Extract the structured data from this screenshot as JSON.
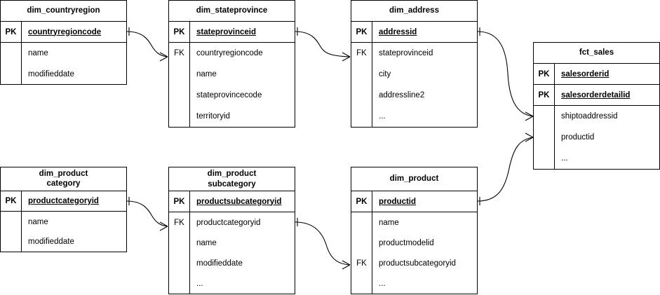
{
  "diagram": {
    "kind": "entity-relationship-diagram",
    "background": "#ffffff",
    "line_color": "#000000",
    "key_labels": {
      "pk": "PK",
      "fk": "FK"
    },
    "entities": [
      {
        "id": "dim_countryregion",
        "title": [
          "dim_countryregion"
        ],
        "rows": [
          {
            "key": "PK",
            "name": "countryregioncode",
            "pk": true
          },
          {
            "key": "",
            "name": "name",
            "pk": false
          },
          {
            "key": "",
            "name": "modifieddate",
            "pk": false
          }
        ]
      },
      {
        "id": "dim_stateprovince",
        "title": [
          "dim_stateprovince"
        ],
        "rows": [
          {
            "key": "PK",
            "name": "stateprovinceid",
            "pk": true
          },
          {
            "key": "FK",
            "name": "countryregioncode",
            "pk": false
          },
          {
            "key": "",
            "name": "name",
            "pk": false
          },
          {
            "key": "",
            "name": "stateprovincecode",
            "pk": false
          },
          {
            "key": "",
            "name": "territoryid",
            "pk": false
          }
        ]
      },
      {
        "id": "dim_address",
        "title": [
          "dim_address"
        ],
        "rows": [
          {
            "key": "PK",
            "name": "addressid",
            "pk": true
          },
          {
            "key": "FK",
            "name": "stateprovinceid",
            "pk": false
          },
          {
            "key": "",
            "name": "city",
            "pk": false
          },
          {
            "key": "",
            "name": "addressline2",
            "pk": false
          },
          {
            "key": "",
            "name": "...",
            "pk": false
          }
        ]
      },
      {
        "id": "fct_sales",
        "title": [
          "fct_sales"
        ],
        "rows": [
          {
            "key": "PK",
            "name": "salesorderid",
            "pk": true
          },
          {
            "key": "PK",
            "name": "salesorderdetailid",
            "pk": true
          },
          {
            "key": "",
            "name": "shiptoaddressid",
            "pk": false
          },
          {
            "key": "",
            "name": "productid",
            "pk": false
          },
          {
            "key": "",
            "name": "...",
            "pk": false
          }
        ]
      },
      {
        "id": "dim_productcategory",
        "title": [
          "dim_product",
          "category"
        ],
        "rows": [
          {
            "key": "PK",
            "name": "productcategoryid",
            "pk": true
          },
          {
            "key": "",
            "name": "name",
            "pk": false
          },
          {
            "key": "",
            "name": "modifieddate",
            "pk": false
          }
        ]
      },
      {
        "id": "dim_productsubcategory",
        "title": [
          "dim_product",
          "subcategory"
        ],
        "rows": [
          {
            "key": "PK",
            "name": "productsubcategoryid",
            "pk": true
          },
          {
            "key": "FK",
            "name": "productcategoryid",
            "pk": false
          },
          {
            "key": "",
            "name": "name",
            "pk": false
          },
          {
            "key": "",
            "name": "modifieddate",
            "pk": false
          },
          {
            "key": "",
            "name": "...",
            "pk": false
          }
        ]
      },
      {
        "id": "dim_product",
        "title": [
          "dim_product"
        ],
        "rows": [
          {
            "key": "PK",
            "name": "productid",
            "pk": true
          },
          {
            "key": "",
            "name": "name",
            "pk": false
          },
          {
            "key": "",
            "name": "productmodelid",
            "pk": false
          },
          {
            "key": "FK",
            "name": "productsubcategoryid",
            "pk": false
          },
          {
            "key": "",
            "name": "...",
            "pk": false
          }
        ]
      }
    ],
    "relationships": [
      {
        "id": "countryregion-to-stateprovince",
        "from_entity": "dim_countryregion",
        "from_field": "countryregioncode",
        "to_entity": "dim_stateprovince",
        "to_field": "countryregioncode",
        "from_cardinality": "one",
        "to_cardinality": "many"
      },
      {
        "id": "stateprovince-to-address",
        "from_entity": "dim_stateprovince",
        "from_field": "stateprovinceid",
        "to_entity": "dim_address",
        "to_field": "stateprovinceid",
        "from_cardinality": "one",
        "to_cardinality": "many"
      },
      {
        "id": "address-to-fct-sales",
        "from_entity": "dim_address",
        "from_field": "addressid",
        "to_entity": "fct_sales",
        "to_field": "shiptoaddressid",
        "from_cardinality": "one",
        "to_cardinality": "many"
      },
      {
        "id": "productcategory-to-productsubcategory",
        "from_entity": "dim_productcategory",
        "from_field": "productcategoryid",
        "to_entity": "dim_productsubcategory",
        "to_field": "productcategoryid",
        "from_cardinality": "one",
        "to_cardinality": "many"
      },
      {
        "id": "productsubcategory-to-product",
        "from_entity": "dim_productsubcategory",
        "from_field": "productsubcategoryid",
        "to_entity": "dim_product",
        "to_field": "productsubcategoryid",
        "from_cardinality": "one",
        "to_cardinality": "many"
      },
      {
        "id": "product-to-fct-sales",
        "from_entity": "dim_product",
        "from_field": "productid",
        "to_entity": "fct_sales",
        "to_field": "productid",
        "from_cardinality": "one",
        "to_cardinality": "many"
      }
    ]
  }
}
